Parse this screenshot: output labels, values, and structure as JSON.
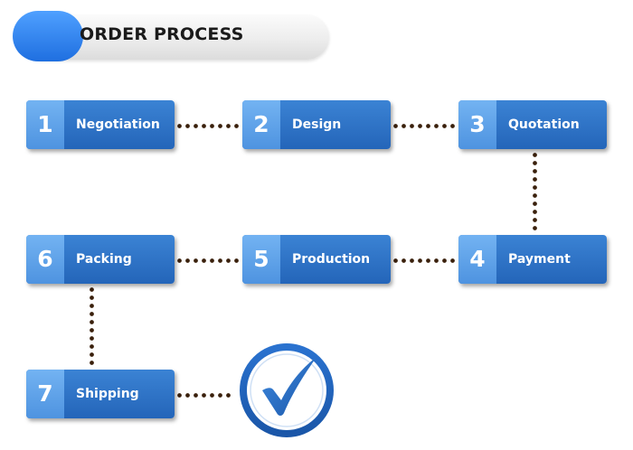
{
  "header": {
    "title": "ORDER PROCESS"
  },
  "steps": [
    {
      "number": "1",
      "label": "Negotiation"
    },
    {
      "number": "2",
      "label": "Design"
    },
    {
      "number": "3",
      "label": "Quotation"
    },
    {
      "number": "4",
      "label": "Payment"
    },
    {
      "number": "5",
      "label": "Production"
    },
    {
      "number": "6",
      "label": "Packing"
    },
    {
      "number": "7",
      "label": "Shipping"
    }
  ],
  "colors": {
    "step_fill": "#2a6fc4",
    "step_number_fill": "#5fa3e8",
    "header_accent": "#2f80ec",
    "connector": "#3a200c",
    "check": "#1f5fb8"
  },
  "icons": {
    "completion": "checkmark-circle-icon"
  }
}
